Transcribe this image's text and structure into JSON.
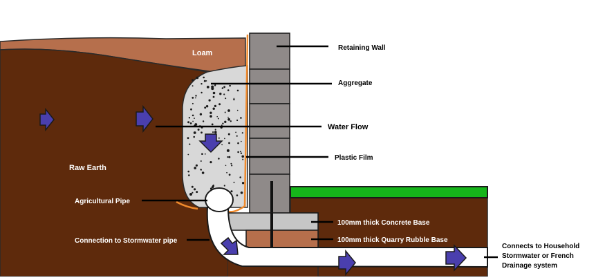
{
  "labels": {
    "loam": "Loam",
    "raw_earth": "Raw Earth",
    "agricultural_pipe": "Agricultural Pipe",
    "connection": "Connection to Stormwater pipe",
    "retaining_wall": "Retaining Wall",
    "aggregate": "Aggregate",
    "water_flow": "Water Flow",
    "plastic_film": "Plastic Film",
    "concrete_base": "100mm thick Concrete Base",
    "rubble_base": "100mm thick Quarry Rubble Base",
    "connects_line1": "Connects to Household",
    "connects_line2": "Stormwater or French",
    "connects_line3": "Drainage system"
  },
  "colors": {
    "earth": "#5e2a0c",
    "loam": "#b66f4c",
    "aggregate": "#d8d8d8",
    "wall": "#8f8a89",
    "concrete": "#c6c6c6",
    "grass": "#16b51a",
    "film": "#f08a2c",
    "arrow": "#4a3fae"
  }
}
